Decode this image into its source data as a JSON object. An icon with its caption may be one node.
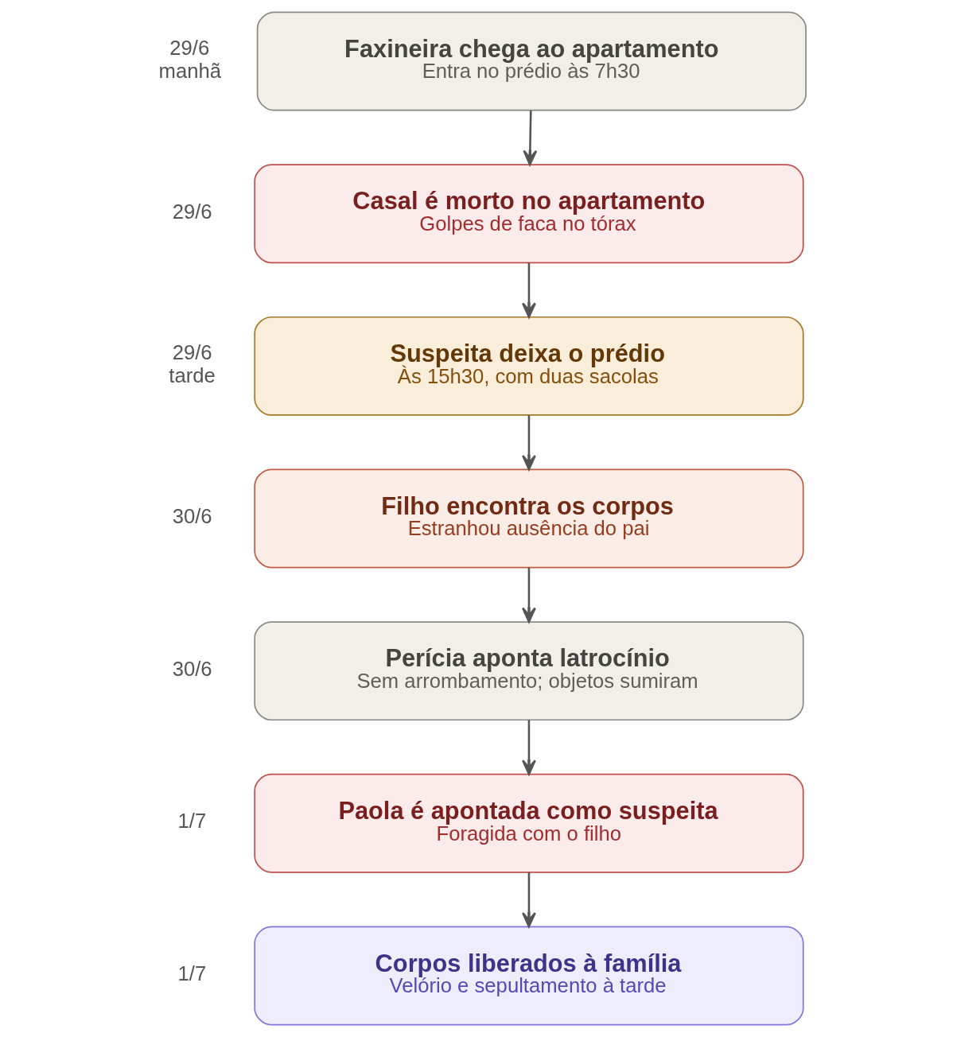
{
  "diagram": {
    "nodes": [
      {
        "text": [
          "Faxineira chega ao apartamento",
          "Entra no prédio às 7h30"
        ],
        "beside": [
          "29/6 manhã"
        ]
      },
      {
        "text": [
          "Casal é morto no apartamento",
          "Golpes de faca no tórax"
        ],
        "beside": [
          "29/6"
        ]
      },
      {
        "text": [
          "Suspeita deixa o prédio",
          "Às 15h30, com duas sacolas"
        ],
        "beside": [
          "29/6 tarde"
        ]
      },
      {
        "text": [
          "Filho encontra os corpos",
          "Estranhou ausência do pai"
        ],
        "beside": [
          "30/6"
        ]
      },
      {
        "text": [
          "Perícia aponta latrocínio",
          "Sem arrombamento; objetos sumiram"
        ],
        "beside": [
          "30/6"
        ]
      },
      {
        "text": [
          "Paola é apontada como suspeita",
          "Foragida com o filho"
        ],
        "beside": [
          "1/7"
        ]
      },
      {
        "text": [
          "Corpos liberados à família",
          "Velório e sepultamento à tarde"
        ],
        "beside": [
          "1/7"
        ]
      }
    ],
    "edges": [
      {
        "from": 0,
        "to": 1,
        "arrow": "to"
      },
      {
        "from": 1,
        "to": 2,
        "arrow": "to"
      },
      {
        "from": 2,
        "to": 3,
        "arrow": "to"
      },
      {
        "from": 3,
        "to": 4,
        "arrow": "to"
      },
      {
        "from": 4,
        "to": 5,
        "arrow": "to"
      },
      {
        "from": 5,
        "to": 6,
        "arrow": "to"
      }
    ]
  }
}
